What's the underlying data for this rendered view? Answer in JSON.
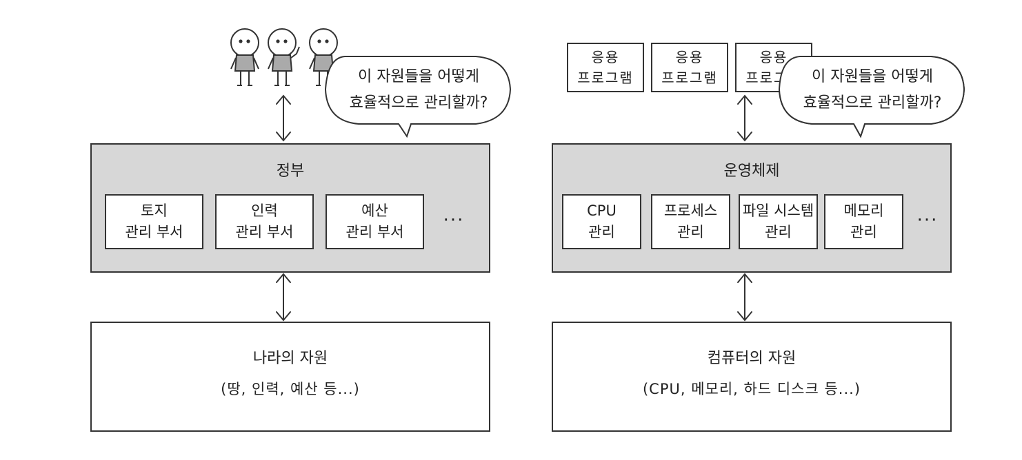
{
  "left": {
    "bubble": "이 자원들을 어떻게\n효율적으로 관리할까?",
    "gov_title": "정부",
    "departments": [
      "토지\n관리 부서",
      "인력\n관리 부서",
      "예산\n관리 부서"
    ],
    "ellipsis": "···",
    "resource_title": "나라의 자원",
    "resource_sub": "(땅, 인력, 예산 등...)"
  },
  "right": {
    "apps": [
      "응용\n프로그램",
      "응용\n프로그램",
      "응용\n프로그램"
    ],
    "bubble": "이 자원들을 어떻게\n효율적으로 관리할까?",
    "os_title": "운영체제",
    "managers": [
      "CPU\n관리",
      "프로세스\n관리",
      "파일 시스템\n관리",
      "메모리\n관리"
    ],
    "ellipsis": "···",
    "resource_title": "컴퓨터의 자원",
    "resource_sub": "(CPU, 메모리, 하드 디스크 등...)"
  }
}
